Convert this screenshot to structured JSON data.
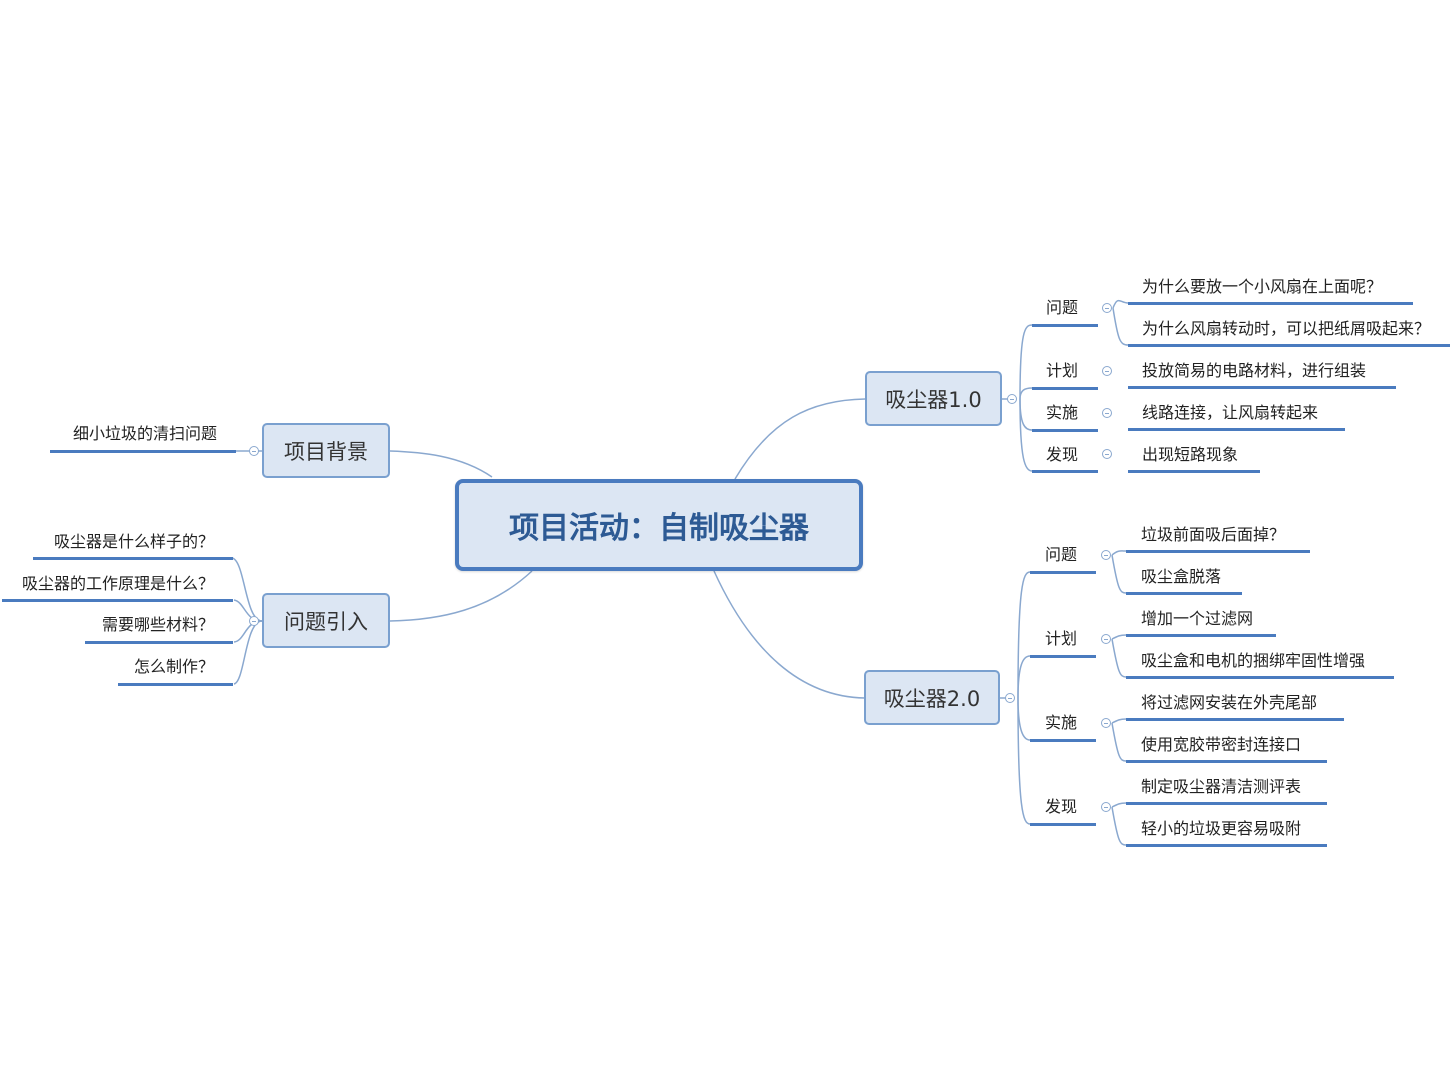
{
  "center": {
    "label": "项目活动：自制吸尘器"
  },
  "left": [
    {
      "label": "项目背景",
      "children": [
        "细小垃圾的清扫问题"
      ]
    },
    {
      "label": "问题引入",
      "children": [
        "吸尘器是什么样子的？",
        "吸尘器的工作原理是什么？",
        "需要哪些材料？",
        "怎么制作？"
      ]
    }
  ],
  "right": [
    {
      "label": "吸尘器1.0",
      "groups": [
        {
          "label": "问题",
          "items": [
            "为什么要放一个小风扇在上面呢？",
            "为什么风扇转动时，可以把纸屑吸起来？"
          ]
        },
        {
          "label": "计划",
          "items": [
            "投放简易的电路材料，进行组装"
          ]
        },
        {
          "label": "实施",
          "items": [
            "线路连接，让风扇转起来"
          ]
        },
        {
          "label": "发现",
          "items": [
            "出现短路现象"
          ]
        }
      ]
    },
    {
      "label": "吸尘器2.0",
      "groups": [
        {
          "label": "问题",
          "items": [
            "垃圾前面吸后面掉？",
            "吸尘盒脱落"
          ]
        },
        {
          "label": "计划",
          "items": [
            "增加一个过滤网",
            "吸尘盒和电机的捆绑牢固性增强"
          ]
        },
        {
          "label": "实施",
          "items": [
            "将过滤网安装在外壳尾部",
            "使用宽胶带密封连接口"
          ]
        },
        {
          "label": "发现",
          "items": [
            "制定吸尘器清洁测评表",
            "轻小的垃圾更容易吸附"
          ]
        }
      ]
    }
  ],
  "colors": {
    "line": "#4a7bbf",
    "connector": "#8aa8cf",
    "node_fill": "#dce6f3",
    "central_text": "#2d5a94"
  }
}
